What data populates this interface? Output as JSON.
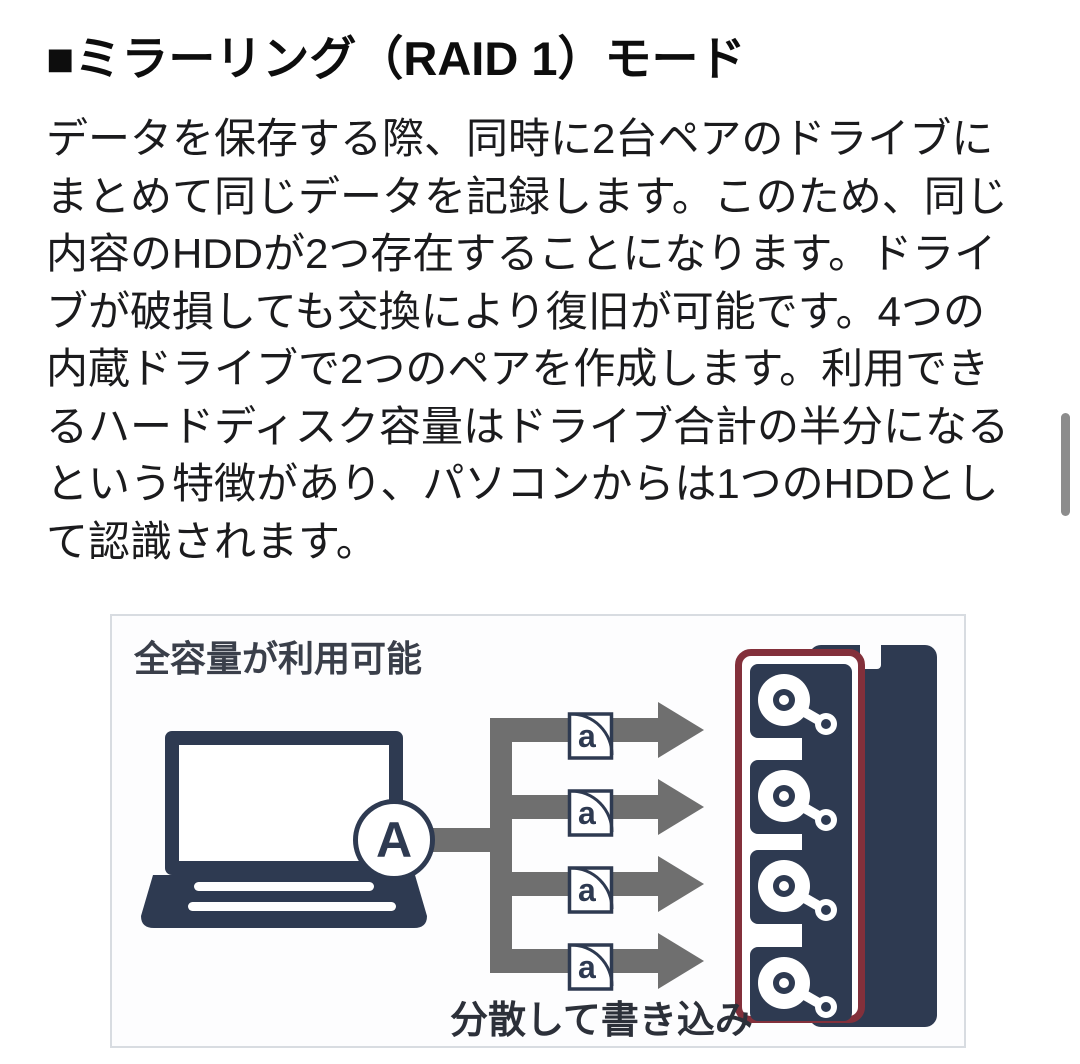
{
  "heading": {
    "text": "■ミラーリング（RAID 1）モード"
  },
  "body": {
    "lines": [
      "データを保存する際、同時に2台ペアのドライブに",
      "まとめて同じデータを記録します。このため、同じ",
      "内容のHDDが2つ存在することになります。ドライ",
      "ブが破損しても交換により復旧が可能です。4つの",
      "内蔵ドライブで2つのペアを作成します。利用でき",
      "るハードディスク容量はドライブ合計の半分になる",
      "という特徴があり、パソコンからは1つのHDDとし",
      "て認識されます。"
    ]
  },
  "diagram": {
    "top_label": "全容量が利用可能",
    "bottom_label": "分散して書き込み",
    "source_label": "A",
    "chunk_label": "a",
    "chunk_count": 4,
    "drive_count": 4,
    "colors": {
      "navy": "#2e3a51",
      "bay_red": "#83303b",
      "arrow_gray": "#6f6f6f",
      "box_border": "#d8dce1",
      "box_background": "#fdfdfe",
      "caption": "#3a3f4a"
    }
  },
  "scrollbar": {
    "thumb_color": "#8c8c8c"
  }
}
